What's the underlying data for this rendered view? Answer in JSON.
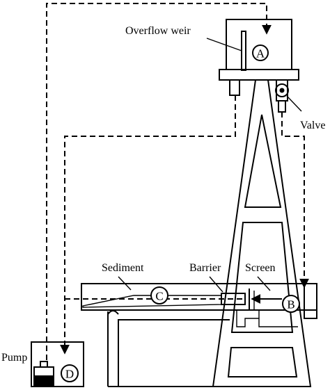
{
  "labels": {
    "overflow_weir": "Overflow weir",
    "valve": "Valve",
    "sediment": "Sediment",
    "barrier": "Barrier",
    "screen": "Screen",
    "pump": "Pump"
  },
  "nodes": {
    "a": "A",
    "b": "B",
    "c": "C",
    "d": "D"
  }
}
